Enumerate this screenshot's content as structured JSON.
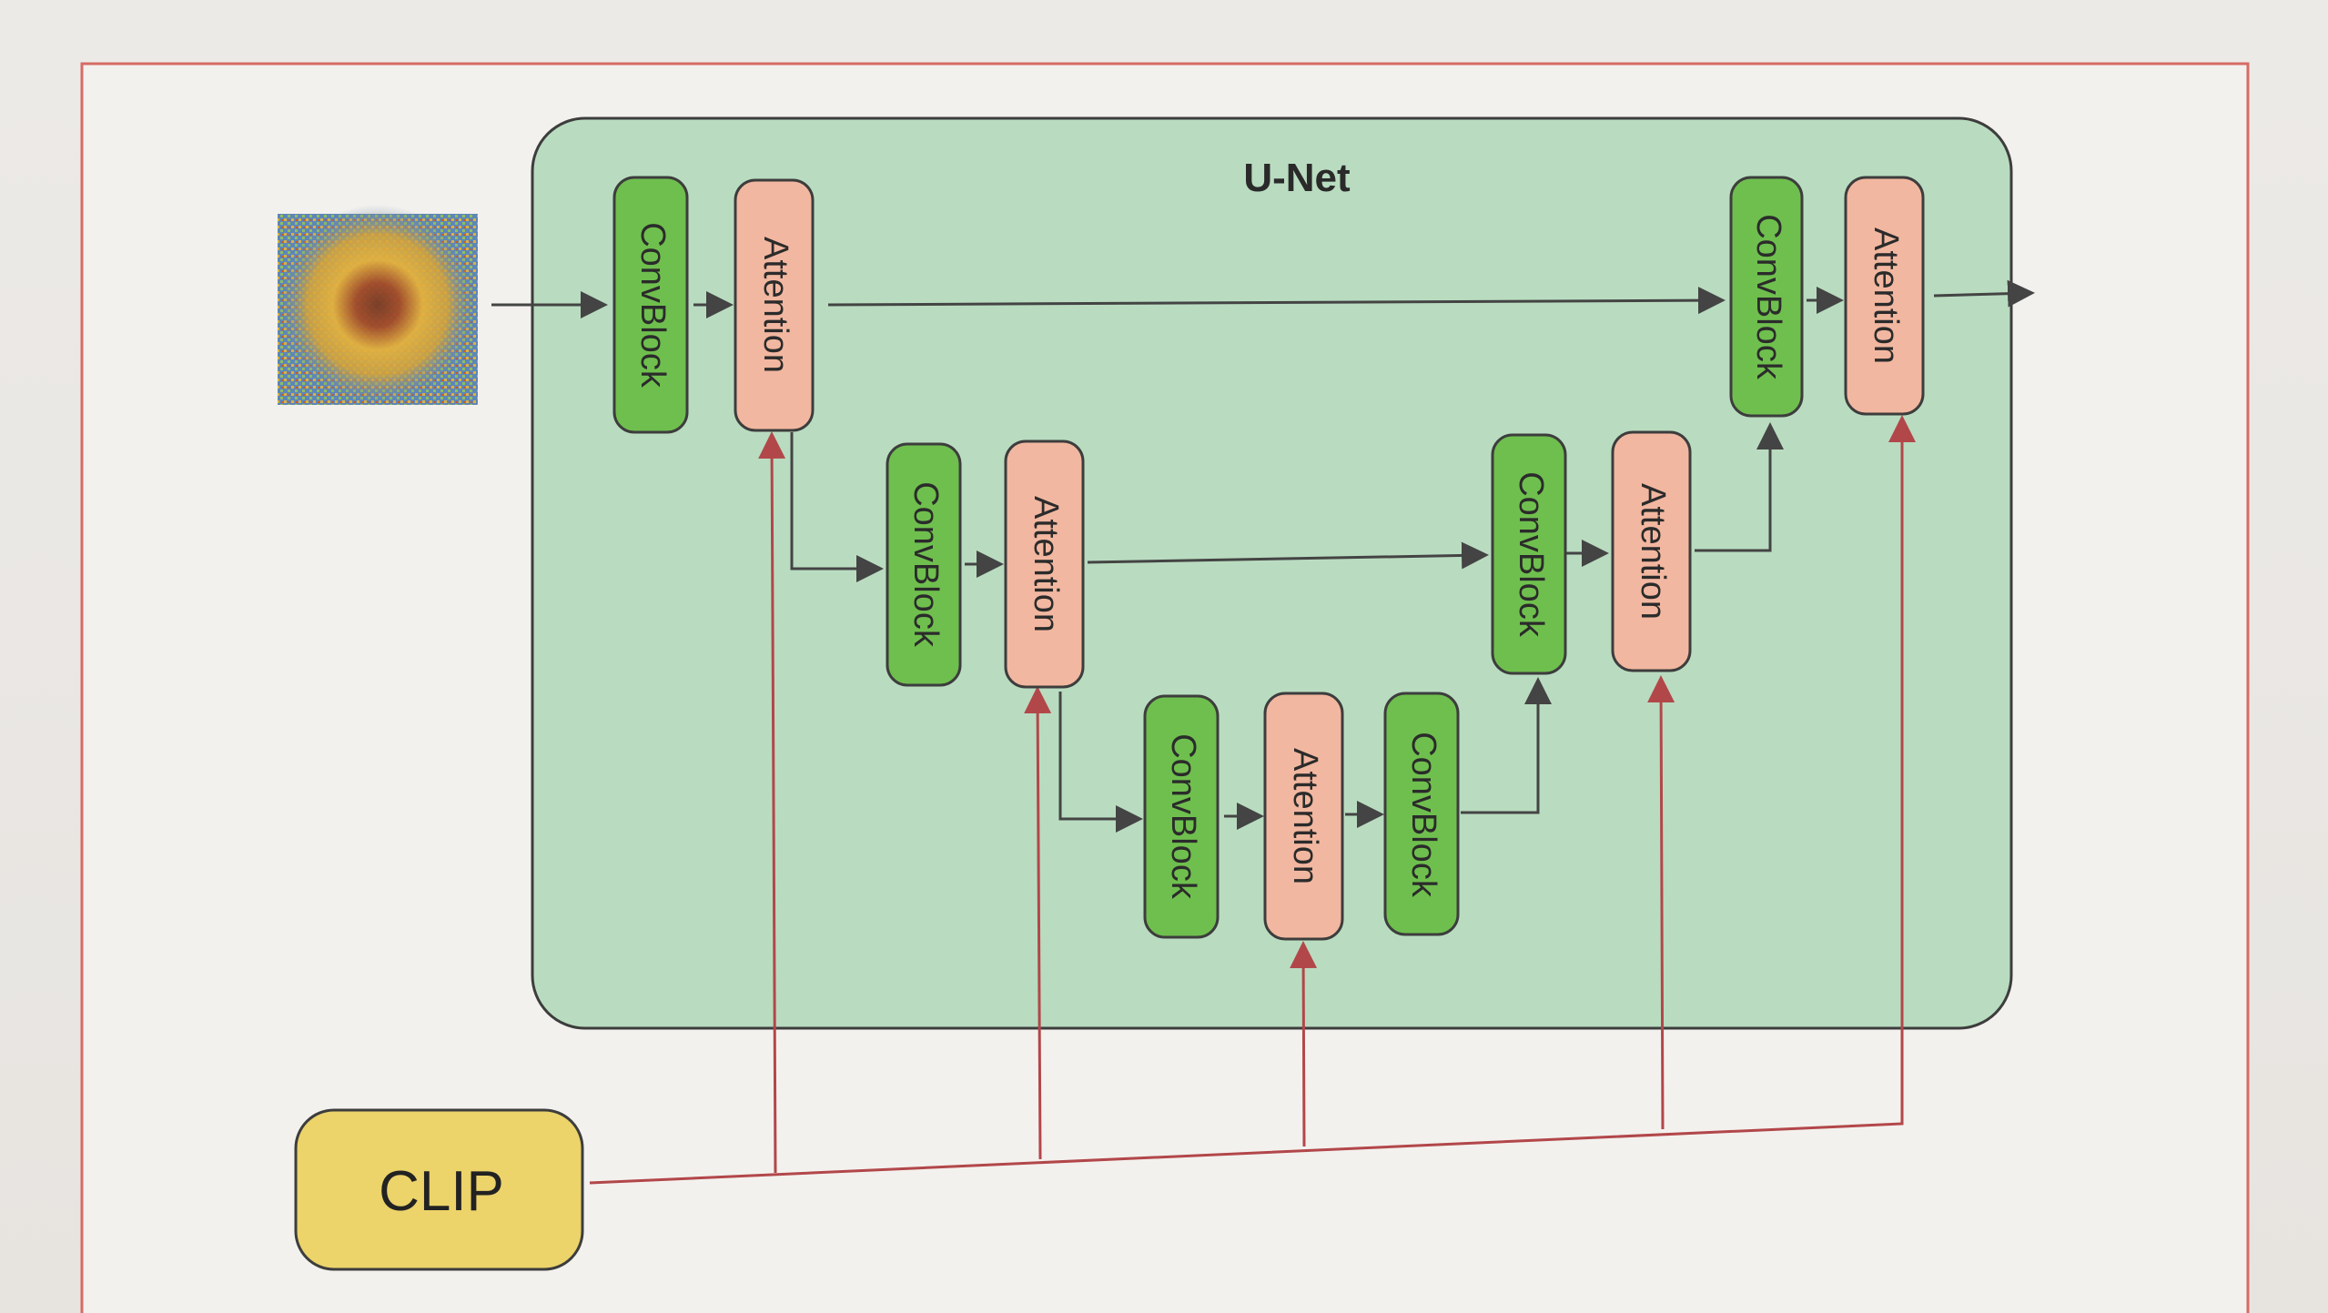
{
  "diagram": {
    "title": "U-Net",
    "encoder_label": "CLIP",
    "input_image": "noisy-sunflower-image",
    "blocks": {
      "conv_label": "ConvBlock",
      "attention_label": "Attention"
    }
  },
  "colors": {
    "unet_fill": "#b9dcc0",
    "conv_fill": "#6fbf4e",
    "attention_fill": "#f2b7a0",
    "clip_fill": "#ecd36a",
    "data_arrow": "#444444",
    "conditioning_arrow": "#b2474a",
    "frame_border": "#d66b66"
  }
}
